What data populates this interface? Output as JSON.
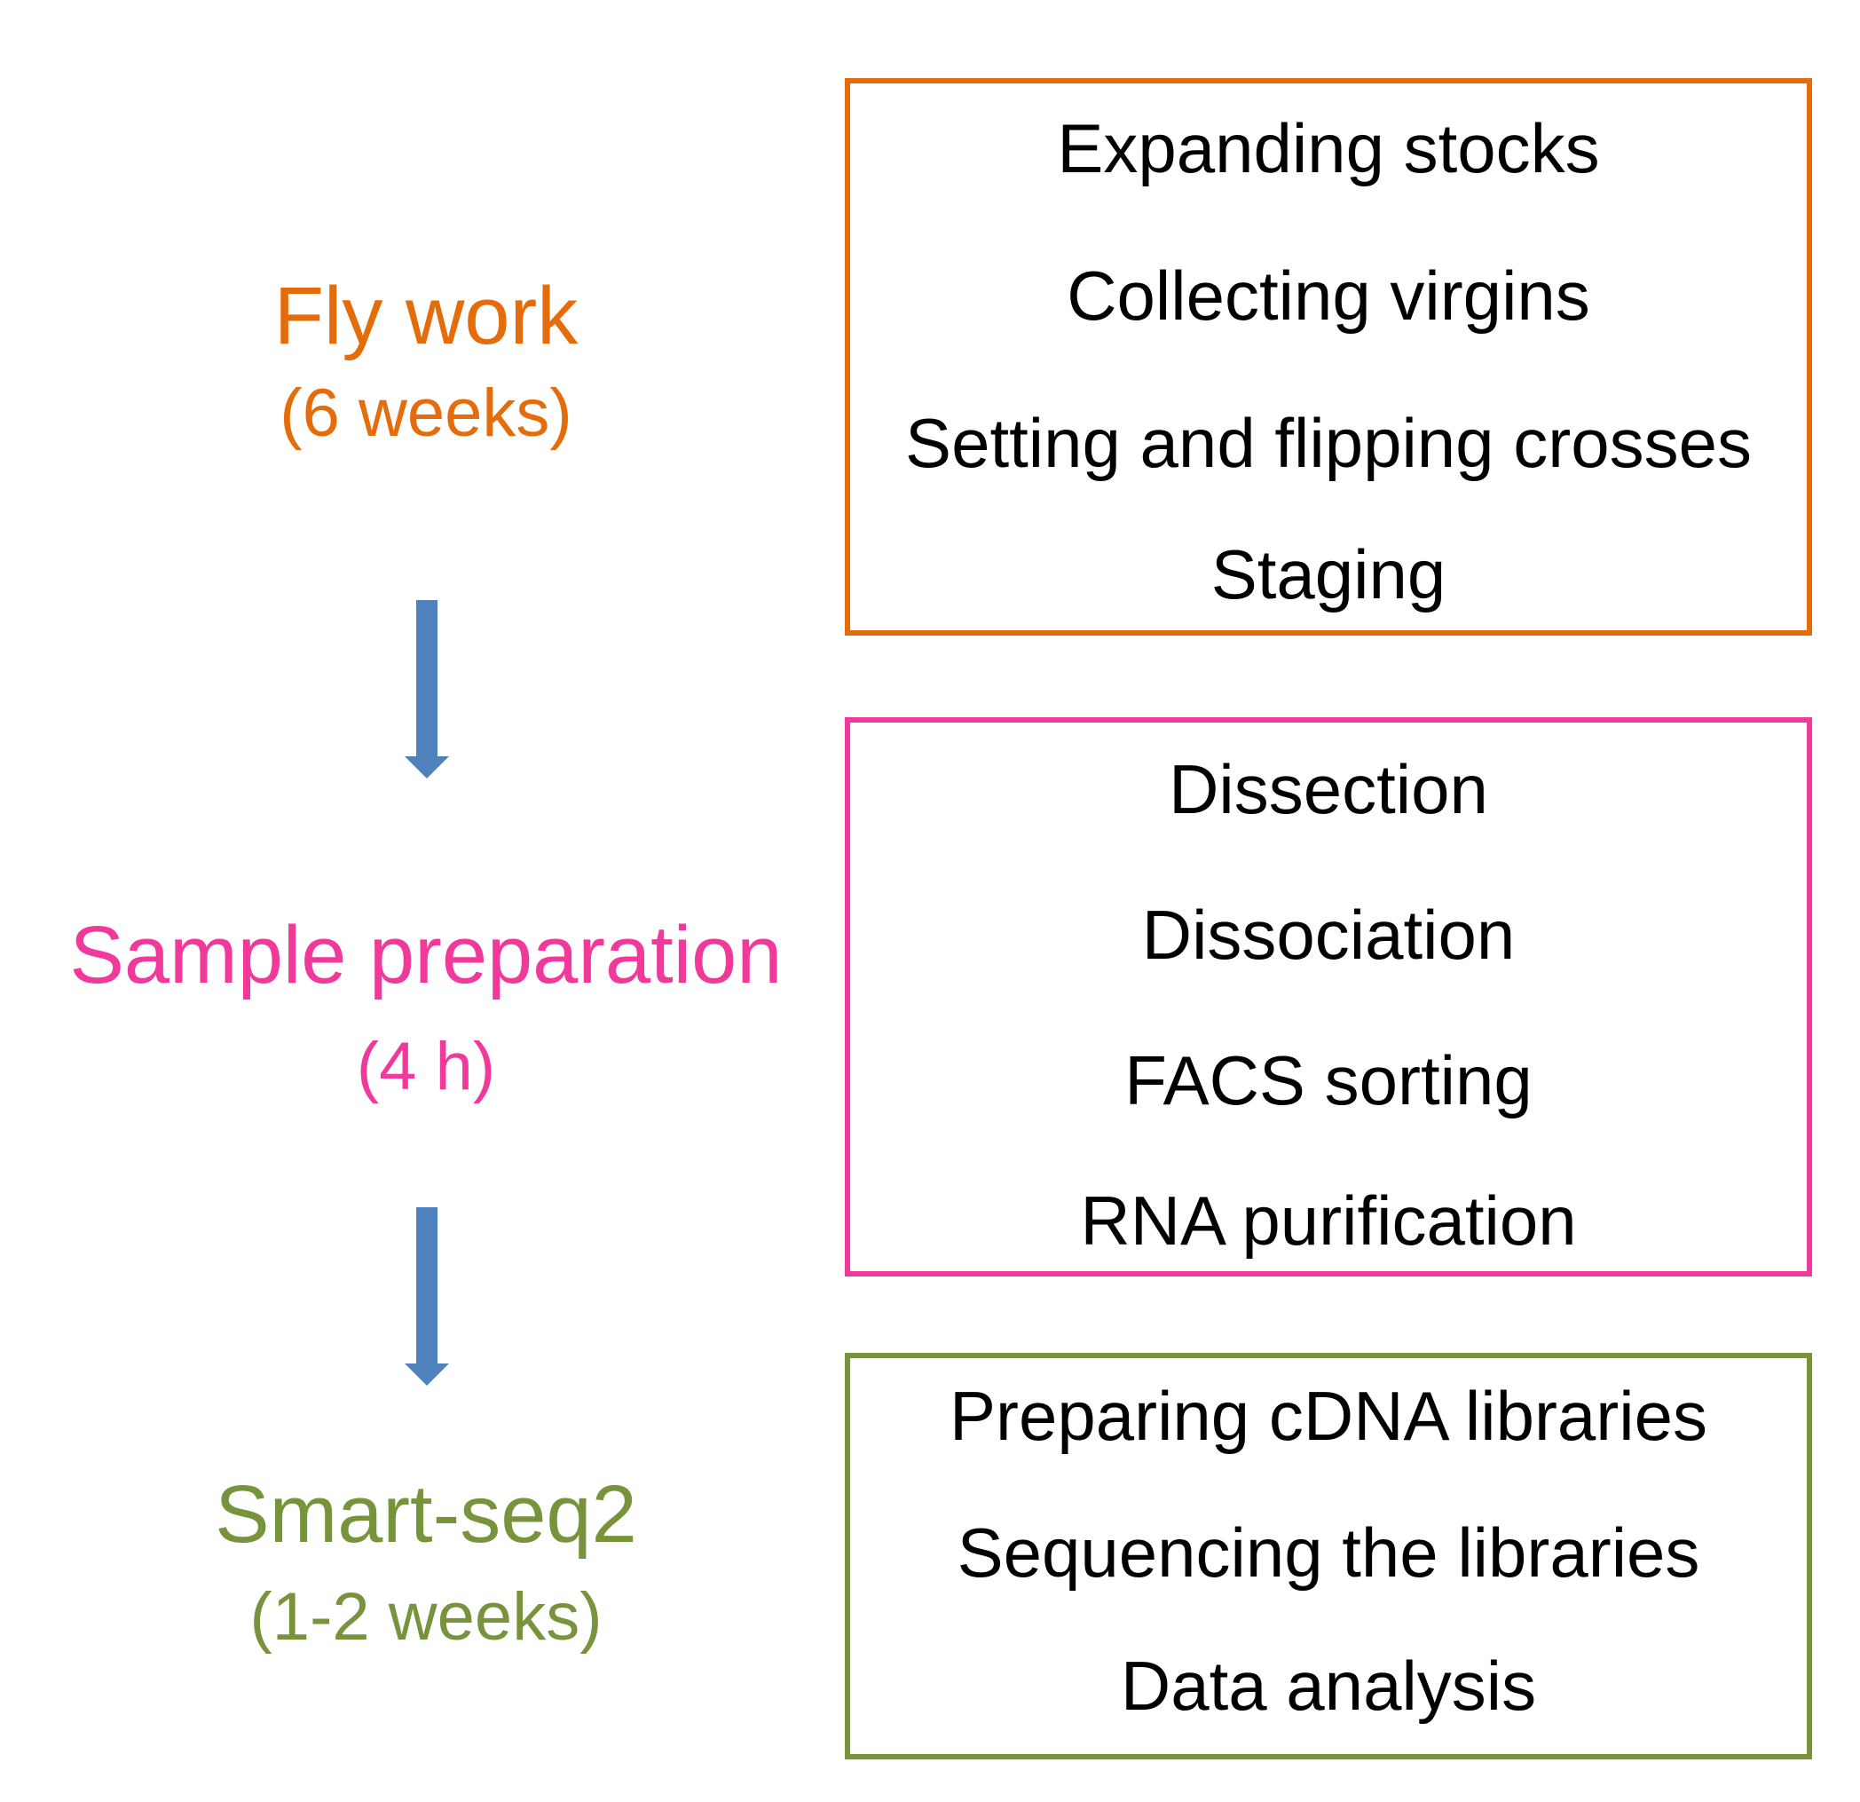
{
  "colors": {
    "fly": "#e46c0a",
    "sample": "#f0399b",
    "smart": "#77933c",
    "arrow": "#4f81bd"
  },
  "stages": [
    {
      "title": "Fly work",
      "duration": "(6 weeks)",
      "items": [
        "Expanding stocks",
        "Collecting virgins",
        "Setting and flipping crosses",
        "Staging"
      ]
    },
    {
      "title": "Sample preparation",
      "duration": "(4 h)",
      "items": [
        "Dissection",
        "Dissociation",
        "FACS sorting",
        "RNA purification"
      ]
    },
    {
      "title": "Smart-seq2",
      "duration": "(1-2 weeks)",
      "items": [
        "Preparing cDNA libraries",
        "Sequencing the libraries",
        "Data analysis"
      ]
    }
  ]
}
